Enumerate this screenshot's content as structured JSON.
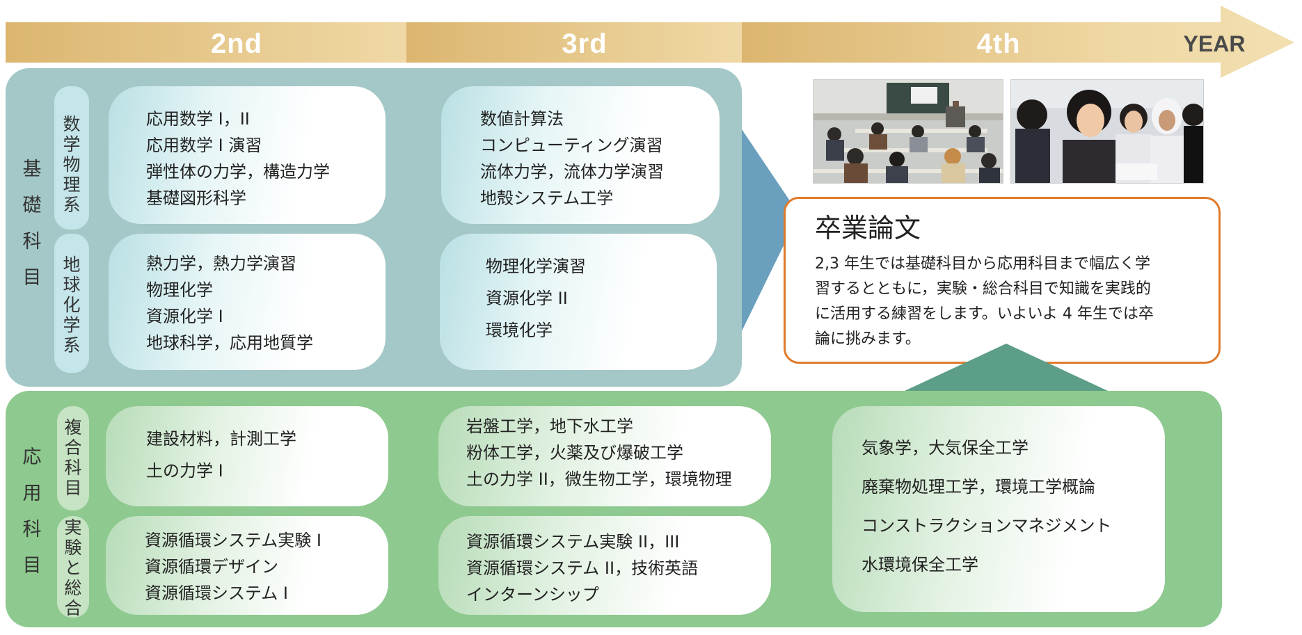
{
  "years": {
    "second": "2nd",
    "third": "3rd",
    "fourth": "4th",
    "year_word": "YEAR"
  },
  "basic": {
    "label": [
      "基",
      "礎",
      "科",
      "目"
    ],
    "math_physics": {
      "label": [
        "数",
        "学",
        "物",
        "理",
        "系"
      ],
      "year2": [
        "応用数学 I，II",
        "応用数学 I 演習",
        "弾性体の力学，構造力学",
        "基礎図形科学"
      ],
      "year3": [
        "数値計算法",
        "コンピューティング演習",
        "流体力学，流体力学演習",
        "地殻システム工学"
      ]
    },
    "earth_chemistry": {
      "label": [
        "地",
        "球",
        "化",
        "学",
        "系"
      ],
      "year2": [
        "熱力学，熱力学演習",
        "物理化学",
        "資源化学 I",
        "地球科学，応用地質学"
      ],
      "year3": [
        "物理化学演習",
        "資源化学 II",
        "環境化学"
      ]
    }
  },
  "applied": {
    "label": [
      "応",
      "用",
      "科",
      "目"
    ],
    "composite": {
      "label": [
        "複",
        "合",
        "科",
        "目"
      ],
      "year2": [
        "建設材料，計測工学",
        "土の力学 I"
      ],
      "year3": [
        "岩盤工学，地下水工学",
        "粉体工学，火薬及び爆破工学",
        "土の力学 II，微生物工学，環境物理"
      ]
    },
    "experiment": {
      "label": [
        "実",
        "験",
        "と",
        "総",
        "合"
      ],
      "year2": [
        "資源循環システム実験 I",
        "資源循環デザイン",
        "資源循環システム I"
      ],
      "year3": [
        "資源循環システム実験 II，III",
        "資源循環システム II，技術英語",
        "インターンシップ"
      ]
    },
    "year4": [
      "気象学，大気保全工学",
      "廃棄物処理工学，環境工学概論",
      "コンストラクションマネジメント",
      "水環境保全工学"
    ]
  },
  "thesis": {
    "title": "卒業論文",
    "description_lines": [
      "2,3 年生では基礎科目から応用科目まで幅広く学",
      "習するとともに，実験・総合科目で知識を実践的",
      "に活用する練習をします。いよいよ 4 年生では卒",
      "論に挑みます。"
    ]
  },
  "colors": {
    "year_bar": "#e6c07a",
    "basic_panel": "#a4c7c7",
    "applied_panel": "#8ec98f",
    "big_arrow": "#6a9fbd",
    "up_arrow": "#5c9e87",
    "thesis_border": "#e07a2a"
  }
}
